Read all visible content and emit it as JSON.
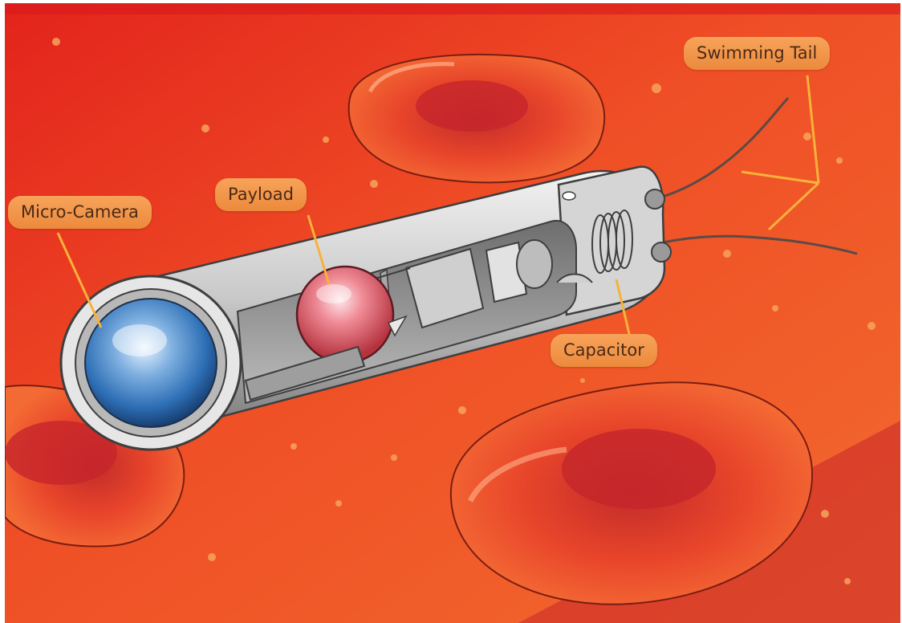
{
  "labels": {
    "micro_camera": "Micro-Camera",
    "payload": "Payload",
    "capacitor": "Capacitor",
    "swimming_tail": "Swimming Tail"
  },
  "colors": {
    "background_red": "#e3231c",
    "background_orange": "#f26a2e",
    "blood_cell": "#f05a2c",
    "blood_cell_center": "#d43a2a",
    "camera_lens": "#2e6fb6",
    "payload_sphere": "#d9505a",
    "robot_body": "#cfcfcf",
    "label_fill": "#f29a4e",
    "leader_line": "#f7b23a"
  },
  "icons": {
    "robot": "nanorobot-cutaway",
    "cells": "red-blood-cell"
  }
}
